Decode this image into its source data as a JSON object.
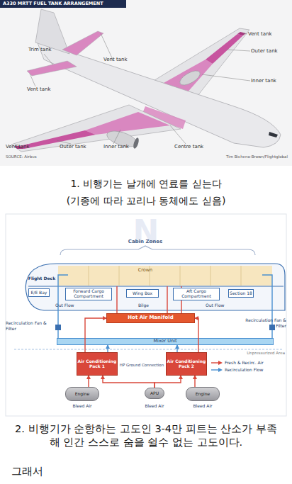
{
  "diagram": {
    "title": "A330 MRTT FUEL TANK ARRANGEMENT",
    "nodes": [
      {
        "text": [
          "Flight Deck"
        ]
      },
      {
        "text": [
          "E/E Bay"
        ]
      },
      {
        "text": [
          "Forward Cargo Compartment"
        ]
      },
      {
        "text": [
          "Wing Box"
        ]
      },
      {
        "text": [
          "Aft Cargo Compartment"
        ]
      },
      {
        "text": [
          "Section 18"
        ]
      },
      {
        "text": [
          "Hot Air Manifold"
        ]
      },
      {
        "text": [
          "Mixer Unit"
        ]
      },
      {
        "text": [
          "Air Conditioning Pack 1"
        ]
      },
      {
        "text": [
          "Air Conditioning Pack 2"
        ]
      },
      {
        "text": [
          "Engine"
        ]
      },
      {
        "text": [
          "APU"
        ]
      },
      {
        "text": [
          "Engine"
        ]
      }
    ],
    "edges": [
      {
        "from": 10,
        "to": 8,
        "arrow": "to"
      },
      {
        "from": 11,
        "to": 8,
        "arrow": "to"
      },
      {
        "from": 11,
        "to": 9,
        "arrow": "to"
      },
      {
        "from": 12,
        "to": 9,
        "arrow": "to"
      },
      {
        "from": 8,
        "to": 7,
        "arrow": "to"
      },
      {
        "from": 9,
        "to": 7,
        "arrow": "to"
      },
      {
        "from": 8,
        "to": 6,
        "arrow": "to"
      },
      {
        "from": 9,
        "to": 6,
        "arrow": "to"
      }
    ],
    "labels": [
      "Vent tank",
      "Outer tank",
      "Inner tank",
      "Trim tank",
      "Vent tank",
      "Vent tank",
      "Vent tank",
      "Outer tank",
      "Inner tank",
      "Centre tank",
      "SOURCE: Airbus",
      "Tim Bicheno-Brown/Flightglobal",
      "1. 비행기는 날개에 연료를 싣는다",
      "(기종에 따라 꼬리나 동체에도 싣음)",
      "N",
      "Cabin Zones",
      "Crown",
      "Out Flow",
      "Bilge",
      "Out Flow",
      "Recirculation Fan & Filter",
      "Recirculation Fan & Filter",
      "Unpressurized Area",
      "HP Ground Connection",
      "Bleed Air",
      "Bleed Air",
      "Bleed Air",
      "2. 비행기가 순항하는 고도인 3-4만 피트는 산소가 부족해 인간 스스로 숨을 쉴수 없는 고도이다.",
      "그래서"
    ],
    "legend": [
      {
        "text": "Fresh & Recirc. Air"
      },
      {
        "text": "Recirculation Flow"
      }
    ]
  }
}
